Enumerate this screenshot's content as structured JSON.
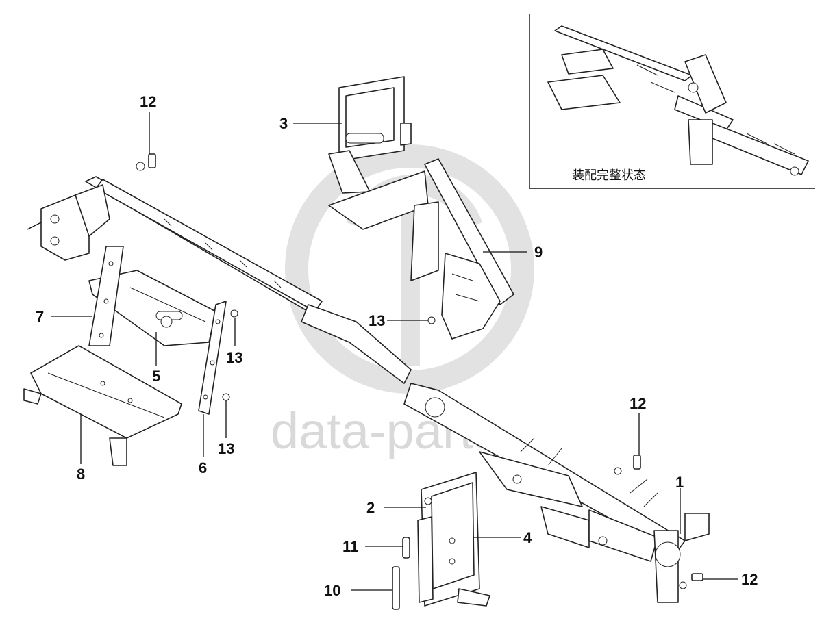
{
  "watermark": {
    "text": "data-parts",
    "color": "#d9d9d9"
  },
  "inset": {
    "caption": "装配完整状态"
  },
  "callouts": [
    {
      "id": "1",
      "label": "1"
    },
    {
      "id": "2",
      "label": "2"
    },
    {
      "id": "3",
      "label": "3"
    },
    {
      "id": "4",
      "label": "4"
    },
    {
      "id": "5",
      "label": "5"
    },
    {
      "id": "6",
      "label": "6"
    },
    {
      "id": "7",
      "label": "7"
    },
    {
      "id": "8",
      "label": "8"
    },
    {
      "id": "9",
      "label": "9"
    },
    {
      "id": "10",
      "label": "10"
    },
    {
      "id": "11",
      "label": "11"
    },
    {
      "id": "12a",
      "label": "12"
    },
    {
      "id": "12b",
      "label": "12"
    },
    {
      "id": "12c",
      "label": "12"
    },
    {
      "id": "13a",
      "label": "13"
    },
    {
      "id": "13b",
      "label": "13"
    },
    {
      "id": "13c",
      "label": "13"
    }
  ]
}
